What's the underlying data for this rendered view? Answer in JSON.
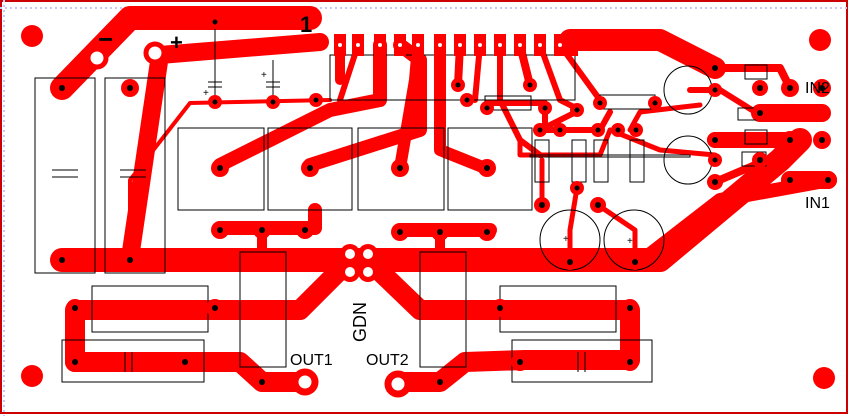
{
  "labels": {
    "minus": "−",
    "plus": "+",
    "pin_one": "1",
    "in2": "IN2",
    "in1": "IN1",
    "out1": "OUT1",
    "out2": "OUT2",
    "gdn": "GDN"
  },
  "colors": {
    "copper": "#ff0000",
    "outline": "#000000",
    "background": "#ffffff",
    "frame": "#cc0000"
  }
}
